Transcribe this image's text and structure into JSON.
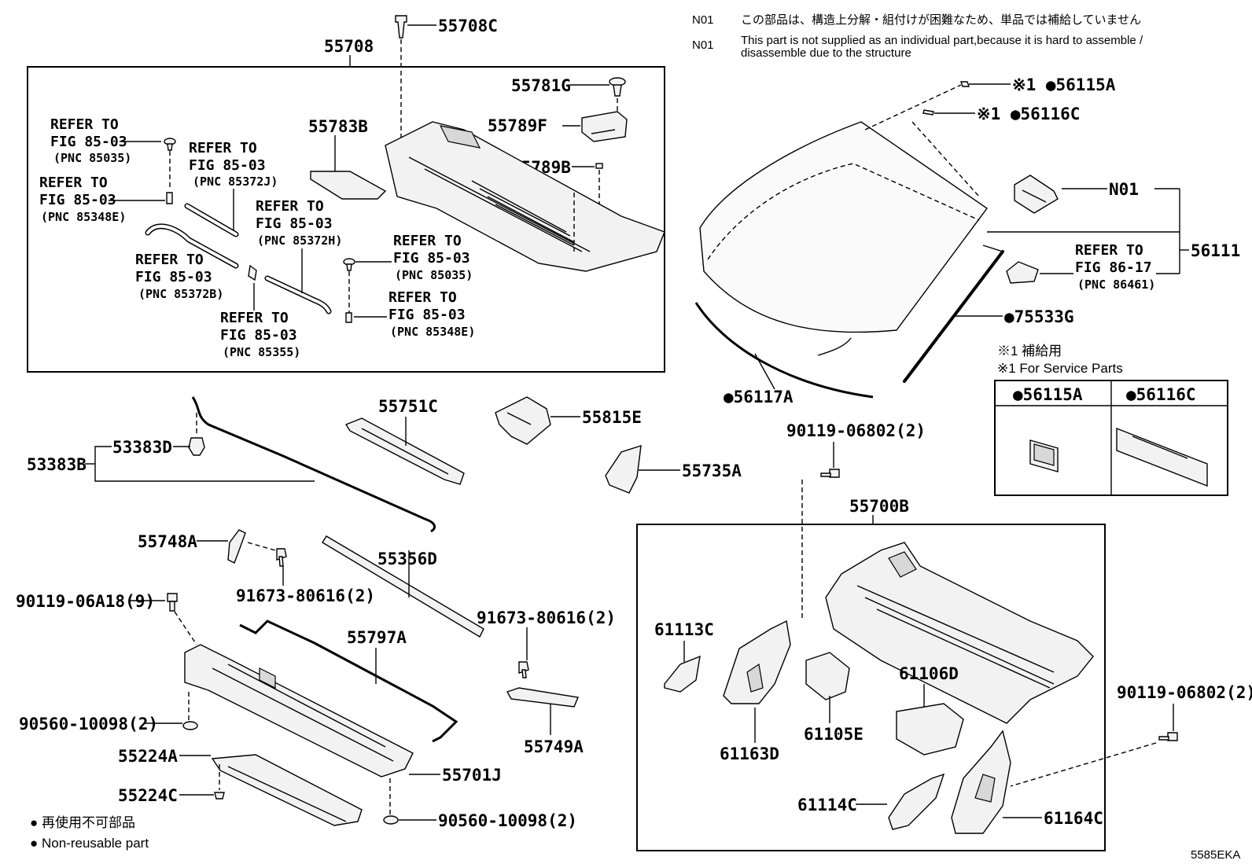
{
  "notes": {
    "n01_code": "N01",
    "n01_jp": "この部品は、構造上分解・組付けが困難なため、単品では補給していません",
    "n01_en_1": "This part is not supplied as an individual part,because it is hard to assemble /",
    "n01_en_2": "disassemble due to the structure"
  },
  "legend": {
    "nonreusable_jp": "● 再使用不可部品",
    "nonreusable_en": "● Non-reusable part",
    "service_jp": "※1 補給用",
    "service_en": "※1 For Service Parts",
    "table_col1": "●56115A",
    "table_col2": "●56116C"
  },
  "diagram_code": "5585EKA",
  "refs": {
    "refer_to": "REFER TO",
    "fig_85_03": "FIG 85-03",
    "fig_86_17": "FIG 86-17",
    "pnc_85035": "(PNC 85035)",
    "pnc_85372j": "(PNC 85372J)",
    "pnc_85348e": "(PNC 85348E)",
    "pnc_85372h": "(PNC 85372H)",
    "pnc_85372b": "(PNC 85372B)",
    "pnc_85355": "(PNC 85355)",
    "pnc_86461": "(PNC 86461)"
  },
  "parts": {
    "p55708c": "55708C",
    "p55708": "55708",
    "p55781g": "55781G",
    "p55789f": "55789F",
    "p55783b": "55783B",
    "p55789b": "55789B",
    "p56115a": "※1 ●56115A",
    "p56116c": "※1 ●56116C",
    "n01": "N01",
    "p56111": "56111",
    "p75533g": "●75533G",
    "p56117a": "●56117A",
    "p55751c": "55751C",
    "p55815e": "55815E",
    "p55735a": "55735A",
    "p53383d": "53383D",
    "p53383b": "53383B",
    "p55748a": "55748A",
    "p55356d": "55356D",
    "p90119_06a18": "90119-06A18(9)",
    "p91673_80616_a": "91673-80616(2)",
    "p91673_80616_b": "91673-80616(2)",
    "p55797a": "55797A",
    "p90560_10098_a": "90560-10098(2)",
    "p90560_10098_b": "90560-10098(2)",
    "p55224a": "55224A",
    "p55224c": "55224C",
    "p55701j": "55701J",
    "p55749a": "55749A",
    "p90119_06802_a": "90119-06802(2)",
    "p90119_06802_b": "90119-06802(2)",
    "p55700b": "55700B",
    "p61113c": "61113C",
    "p61163d": "61163D",
    "p61105e": "61105E",
    "p61106d": "61106D",
    "p61114c": "61114C",
    "p61164c": "61164C"
  }
}
